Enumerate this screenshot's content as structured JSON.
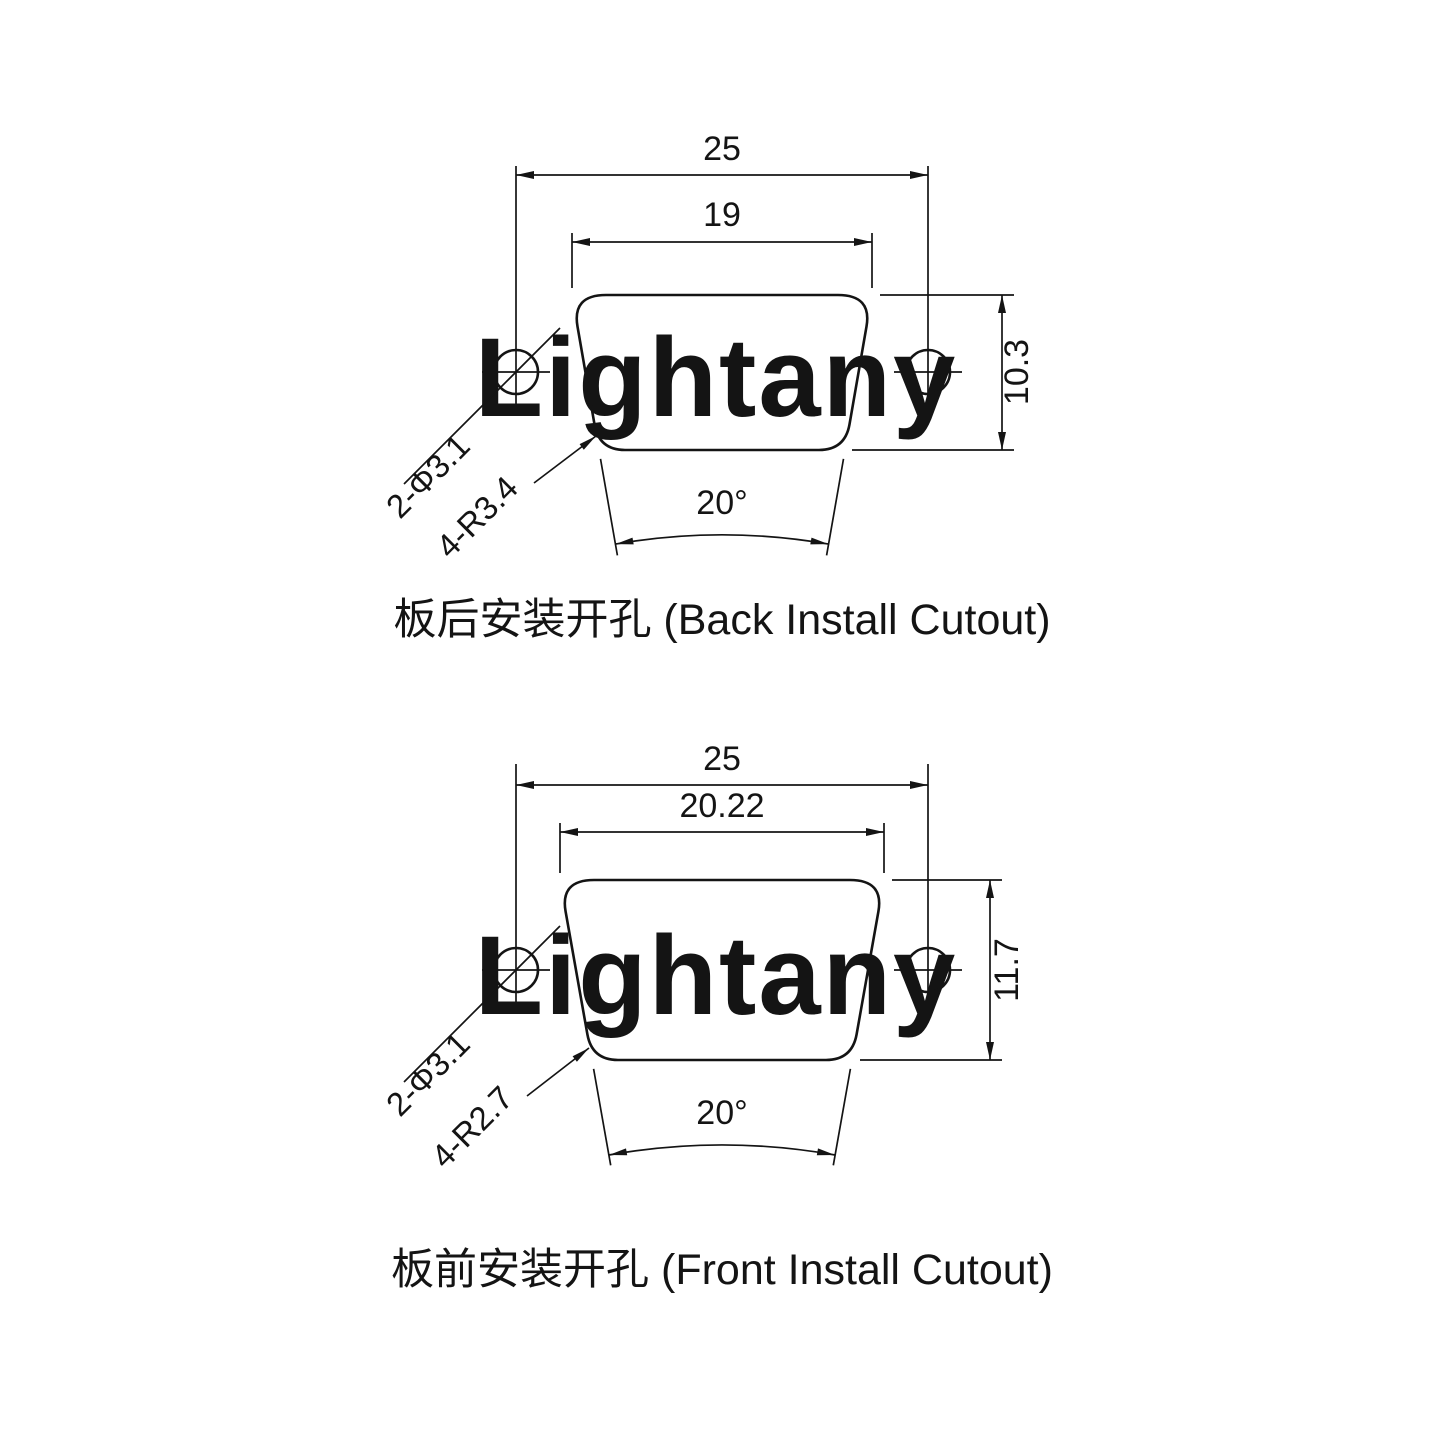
{
  "colors": {
    "line": "#141414",
    "watermark": "#f8d7d3"
  },
  "watermark": "Lightany",
  "back_diagram": {
    "title": "板后安装开孔 (Back Install Cutout)",
    "outer_width": "25",
    "cutout_top_width": "19",
    "cutout_height": "10.3",
    "holes_label": "2-Φ3.1",
    "corner_radius_label": "4-R3.4",
    "side_angle": "20°"
  },
  "front_diagram": {
    "title": "板前安装开孔 (Front Install Cutout)",
    "outer_width": "25",
    "cutout_top_width": "20.22",
    "cutout_height": "11.7",
    "holes_label": "2-Φ3.1",
    "corner_radius_label": "4-R2.7",
    "side_angle": "20°"
  }
}
